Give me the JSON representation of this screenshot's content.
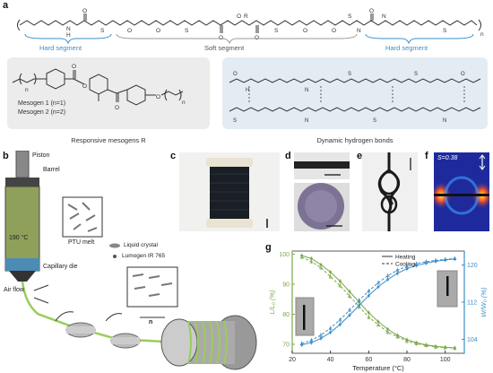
{
  "panel_labels": {
    "a": "a",
    "b": "b",
    "c": "c",
    "d": "d",
    "e": "e",
    "f": "f",
    "g": "g"
  },
  "panel_a": {
    "hard_segment_label": "Hard segment",
    "soft_segment_label": "Soft segment",
    "mesogen_1": "Mesogen 1 (n=1)",
    "mesogen_2": "Mesogen 2 (n=2)",
    "responsive_caption": "Responsive mesogens R",
    "hbond_caption": "Dynamic hydrogen bonds",
    "atom_R": "R",
    "atom_S": "S",
    "atom_N": "N",
    "atom_H": "H",
    "atom_O": "O",
    "subscript_n": "n"
  },
  "panel_b": {
    "piston": "Piston",
    "barrel": "Barrel",
    "ptu_melt": "PTU melt",
    "temperature": "190 °C",
    "liquid_crystal": "Liquid crystal",
    "lumogen": "Lumogen IR 765",
    "capillary_die": "Capillary die",
    "air_flow": "Air flow",
    "director": "n"
  },
  "panel_f": {
    "order_param": "S=0.38"
  },
  "colors": {
    "blue": "#3b8ec9",
    "green": "#7aa84a",
    "gray_bg": "#ececec",
    "light_blue_bg": "#e3ecf3"
  },
  "chart_data": {
    "type": "line",
    "xlabel": "Temperature (°C)",
    "ylabel_left": "L/L₀ (%)",
    "ylabel_right": "W/W₀ (%)",
    "xlim": [
      20,
      110
    ],
    "ylim_left": [
      67,
      101
    ],
    "ylim_right": [
      101,
      123
    ],
    "x_ticks": [
      20,
      40,
      60,
      80,
      100
    ],
    "y_ticks_left": [
      70,
      80,
      90,
      100
    ],
    "y_ticks_right": [
      104,
      112,
      120
    ],
    "legend": [
      "Heating",
      "Cooling"
    ],
    "legend_position": "top-center",
    "series": [
      {
        "name": "Heating",
        "axis": "left",
        "color": "#7aa84a",
        "x": [
          25,
          30,
          35,
          40,
          45,
          50,
          55,
          60,
          65,
          70,
          75,
          80,
          85,
          90,
          95,
          100,
          105
        ],
        "y": [
          99.5,
          98.5,
          96.5,
          94,
          91,
          87.5,
          84,
          80.5,
          77.5,
          75,
          73,
          71.5,
          70.5,
          69.8,
          69.3,
          69,
          68.8
        ]
      },
      {
        "name": "Cooling",
        "axis": "left",
        "color": "#7aa84a",
        "x": [
          25,
          30,
          35,
          40,
          45,
          50,
          55,
          60,
          65,
          70,
          75,
          80,
          85,
          90,
          95,
          100,
          105
        ],
        "y": [
          99,
          97.5,
          95.5,
          92.5,
          89.5,
          86,
          82.5,
          79,
          76.5,
          74,
          72.5,
          71,
          70.2,
          69.6,
          69.1,
          68.9,
          68.7
        ]
      },
      {
        "name": "Heating",
        "axis": "right",
        "color": "#3b8ec9",
        "x": [
          25,
          30,
          35,
          40,
          45,
          50,
          55,
          60,
          65,
          70,
          75,
          80,
          85,
          90,
          95,
          100,
          105
        ],
        "y": [
          102.8,
          103.3,
          104.2,
          105.5,
          107.2,
          109.2,
          111.3,
          113.4,
          115.3,
          116.9,
          118.2,
          119.2,
          119.9,
          120.4,
          120.8,
          121.1,
          121.3
        ]
      },
      {
        "name": "Cooling",
        "axis": "right",
        "color": "#3b8ec9",
        "x": [
          25,
          30,
          35,
          40,
          45,
          50,
          55,
          60,
          65,
          70,
          75,
          80,
          85,
          90,
          95,
          100,
          105
        ],
        "y": [
          103.1,
          103.8,
          104.9,
          106.4,
          108.2,
          110.3,
          112.4,
          114.4,
          116.2,
          117.7,
          118.9,
          119.7,
          120.3,
          120.7,
          121,
          121.2,
          121.4
        ]
      }
    ]
  }
}
